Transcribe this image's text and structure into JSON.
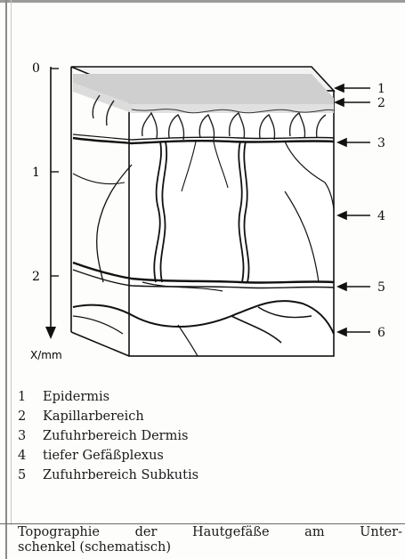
{
  "figure": {
    "axis_ticks": [
      "0",
      "1",
      "2"
    ],
    "axis_label": "X/mm",
    "callouts": [
      "1",
      "2",
      "3",
      "4",
      "5",
      "6"
    ]
  },
  "legend": {
    "items": [
      {
        "num": "1",
        "label": "Epidermis"
      },
      {
        "num": "2",
        "label": "Kapillarbereich"
      },
      {
        "num": "3",
        "label": "Zufuhrbereich Dermis"
      },
      {
        "num": "4",
        "label": "tiefer Gefäßplexus"
      },
      {
        "num": "5",
        "label": "Zufuhrbereich Subkutis"
      }
    ]
  },
  "caption": {
    "words": [
      "Topographie",
      "der",
      "Hautgefäße",
      "am",
      "Unter-"
    ],
    "line2": "schenkel (schematisch)"
  }
}
